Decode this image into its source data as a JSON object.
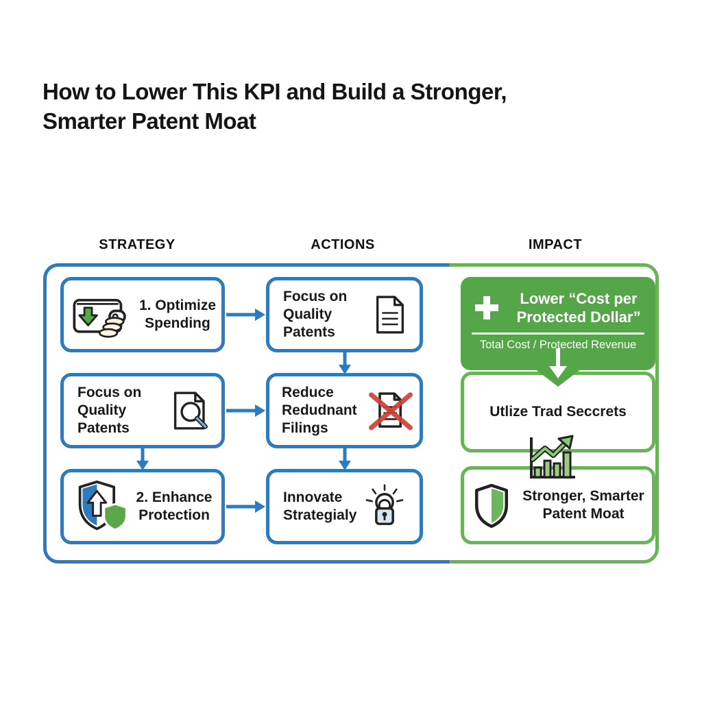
{
  "title": {
    "line1": "How to Lower This KPI and Build a Stronger,",
    "line2": "Smarter Patent Moat"
  },
  "headers": {
    "strategy": "STRATEGY",
    "actions": "ACTIONS",
    "impact": "IMPACT"
  },
  "strategy_boxes": [
    {
      "line1": "1. Optimize",
      "line2": "Spending",
      "icon": "wallet-spending-icon"
    },
    {
      "line1": "Focus on Quality",
      "line2": "Patents",
      "icon": "document-search-icon"
    },
    {
      "line1": "2. Enhance",
      "line2": "Protection",
      "icon": "shield-upgrade-icon"
    }
  ],
  "action_boxes": [
    {
      "line1": "Focus on Quality",
      "line2": "Patents",
      "icon": "document-icon"
    },
    {
      "line1": "Reduce Redudnant",
      "line2": "Filings",
      "icon": "document-x-icon"
    },
    {
      "line1": "Innovate",
      "line2": "Strategialy",
      "icon": "lock-idea-icon"
    }
  ],
  "impact": {
    "kpi_panel": {
      "heading_line1": "Lower “Cost per",
      "heading_line2": "Protected Dollar”",
      "formula": "Total Cost / Protected Revenue",
      "icon": "plus-icon"
    },
    "middle_box": {
      "label": "Utlize Trad Seccrets"
    },
    "chart_icon": "growth-chart-icon",
    "bottom_box": {
      "line1": "Stronger, Smarter",
      "line2": "Patent Moat",
      "icon": "shield-half-icon"
    }
  },
  "colors": {
    "blue": "#2e7abc",
    "green_border": "#68b456",
    "green_fill": "#55a648",
    "red_x": "#cf4236",
    "text": "#161616",
    "white": "#ffffff"
  }
}
